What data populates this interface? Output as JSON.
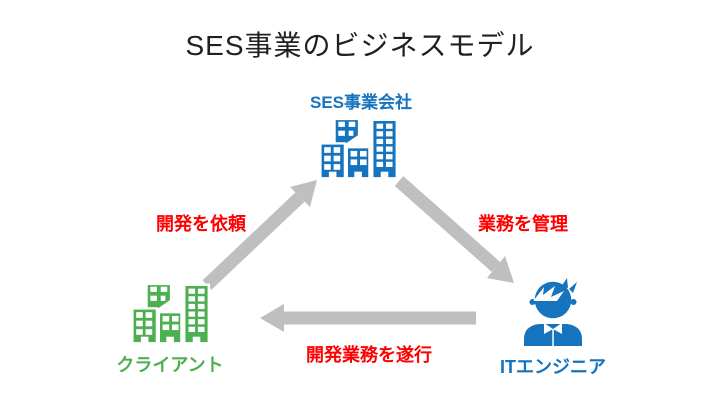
{
  "title": "SES事業のビジネスモデル",
  "colors": {
    "blue": "#1673BD",
    "green": "#4CAF50",
    "red": "#FF0000",
    "arrow": "#BFBFBF",
    "title": "#202020"
  },
  "nodes": {
    "company": {
      "label": "SES事業会社",
      "icon": "office-buildings-icon",
      "color": "#1673BD"
    },
    "client": {
      "label": "クライアント",
      "icon": "office-buildings-icon",
      "color": "#4CAF50"
    },
    "engineer": {
      "label": "ITエンジニア",
      "icon": "engineer-person-icon",
      "color": "#1673BD"
    }
  },
  "edges": [
    {
      "from": "クライアント",
      "to": "SES事業会社",
      "label": "開発を依頼"
    },
    {
      "from": "SES事業会社",
      "to": "ITエンジニア",
      "label": "業務を管理"
    },
    {
      "from": "ITエンジニア",
      "to": "クライアント",
      "label": "開発業務を遂行"
    }
  ]
}
